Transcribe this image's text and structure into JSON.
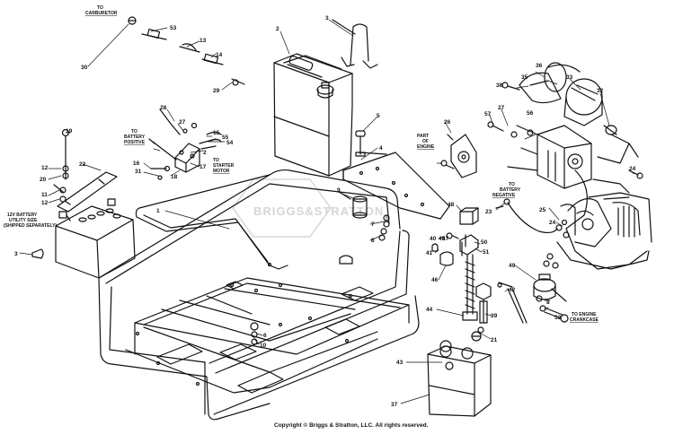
{
  "copyright": "Copyright © Briggs & Stratton, LLC. All rights reserved.",
  "watermark": "BRIGGS&STRATTON",
  "notes": {
    "to_carburetor": [
      "TO",
      "CARBURETOR"
    ],
    "to_battery_positive": [
      "TO",
      "BATTERY",
      "POSITIVE"
    ],
    "to_starter_motor": [
      "TO",
      "STARTER",
      "MOTOR"
    ],
    "part_of_engine": [
      "PART",
      "OF",
      "ENGINE"
    ],
    "to_battery_negative": [
      "TO",
      "BATTERY",
      "NEGATIVE"
    ],
    "to_engine_crankcase": [
      "TO ENGINE",
      "CRANKCASE"
    ],
    "battery_spec": [
      "12V BATTERY",
      "UTILITY SIZE",
      "(SHIPPED SEPARATELY)"
    ]
  },
  "part_numbers": [
    "1",
    "2",
    "3",
    "3",
    "4",
    "5",
    "6",
    "7",
    "8",
    "9",
    "10",
    "11",
    "12",
    "12",
    "13",
    "14",
    "15",
    "16",
    "17",
    "18",
    "19",
    "20",
    "21",
    "22",
    "23",
    "24",
    "24",
    "25",
    "26",
    "27",
    "27",
    "28",
    "29",
    "30",
    "31",
    "32",
    "33",
    "35",
    "36",
    "37",
    "38",
    "39",
    "40",
    "41",
    "42",
    "43",
    "44",
    "45",
    "46",
    "47",
    "48",
    "49",
    "50",
    "51",
    "52",
    "53",
    "54",
    "55",
    "56",
    "57",
    "2",
    "8"
  ]
}
